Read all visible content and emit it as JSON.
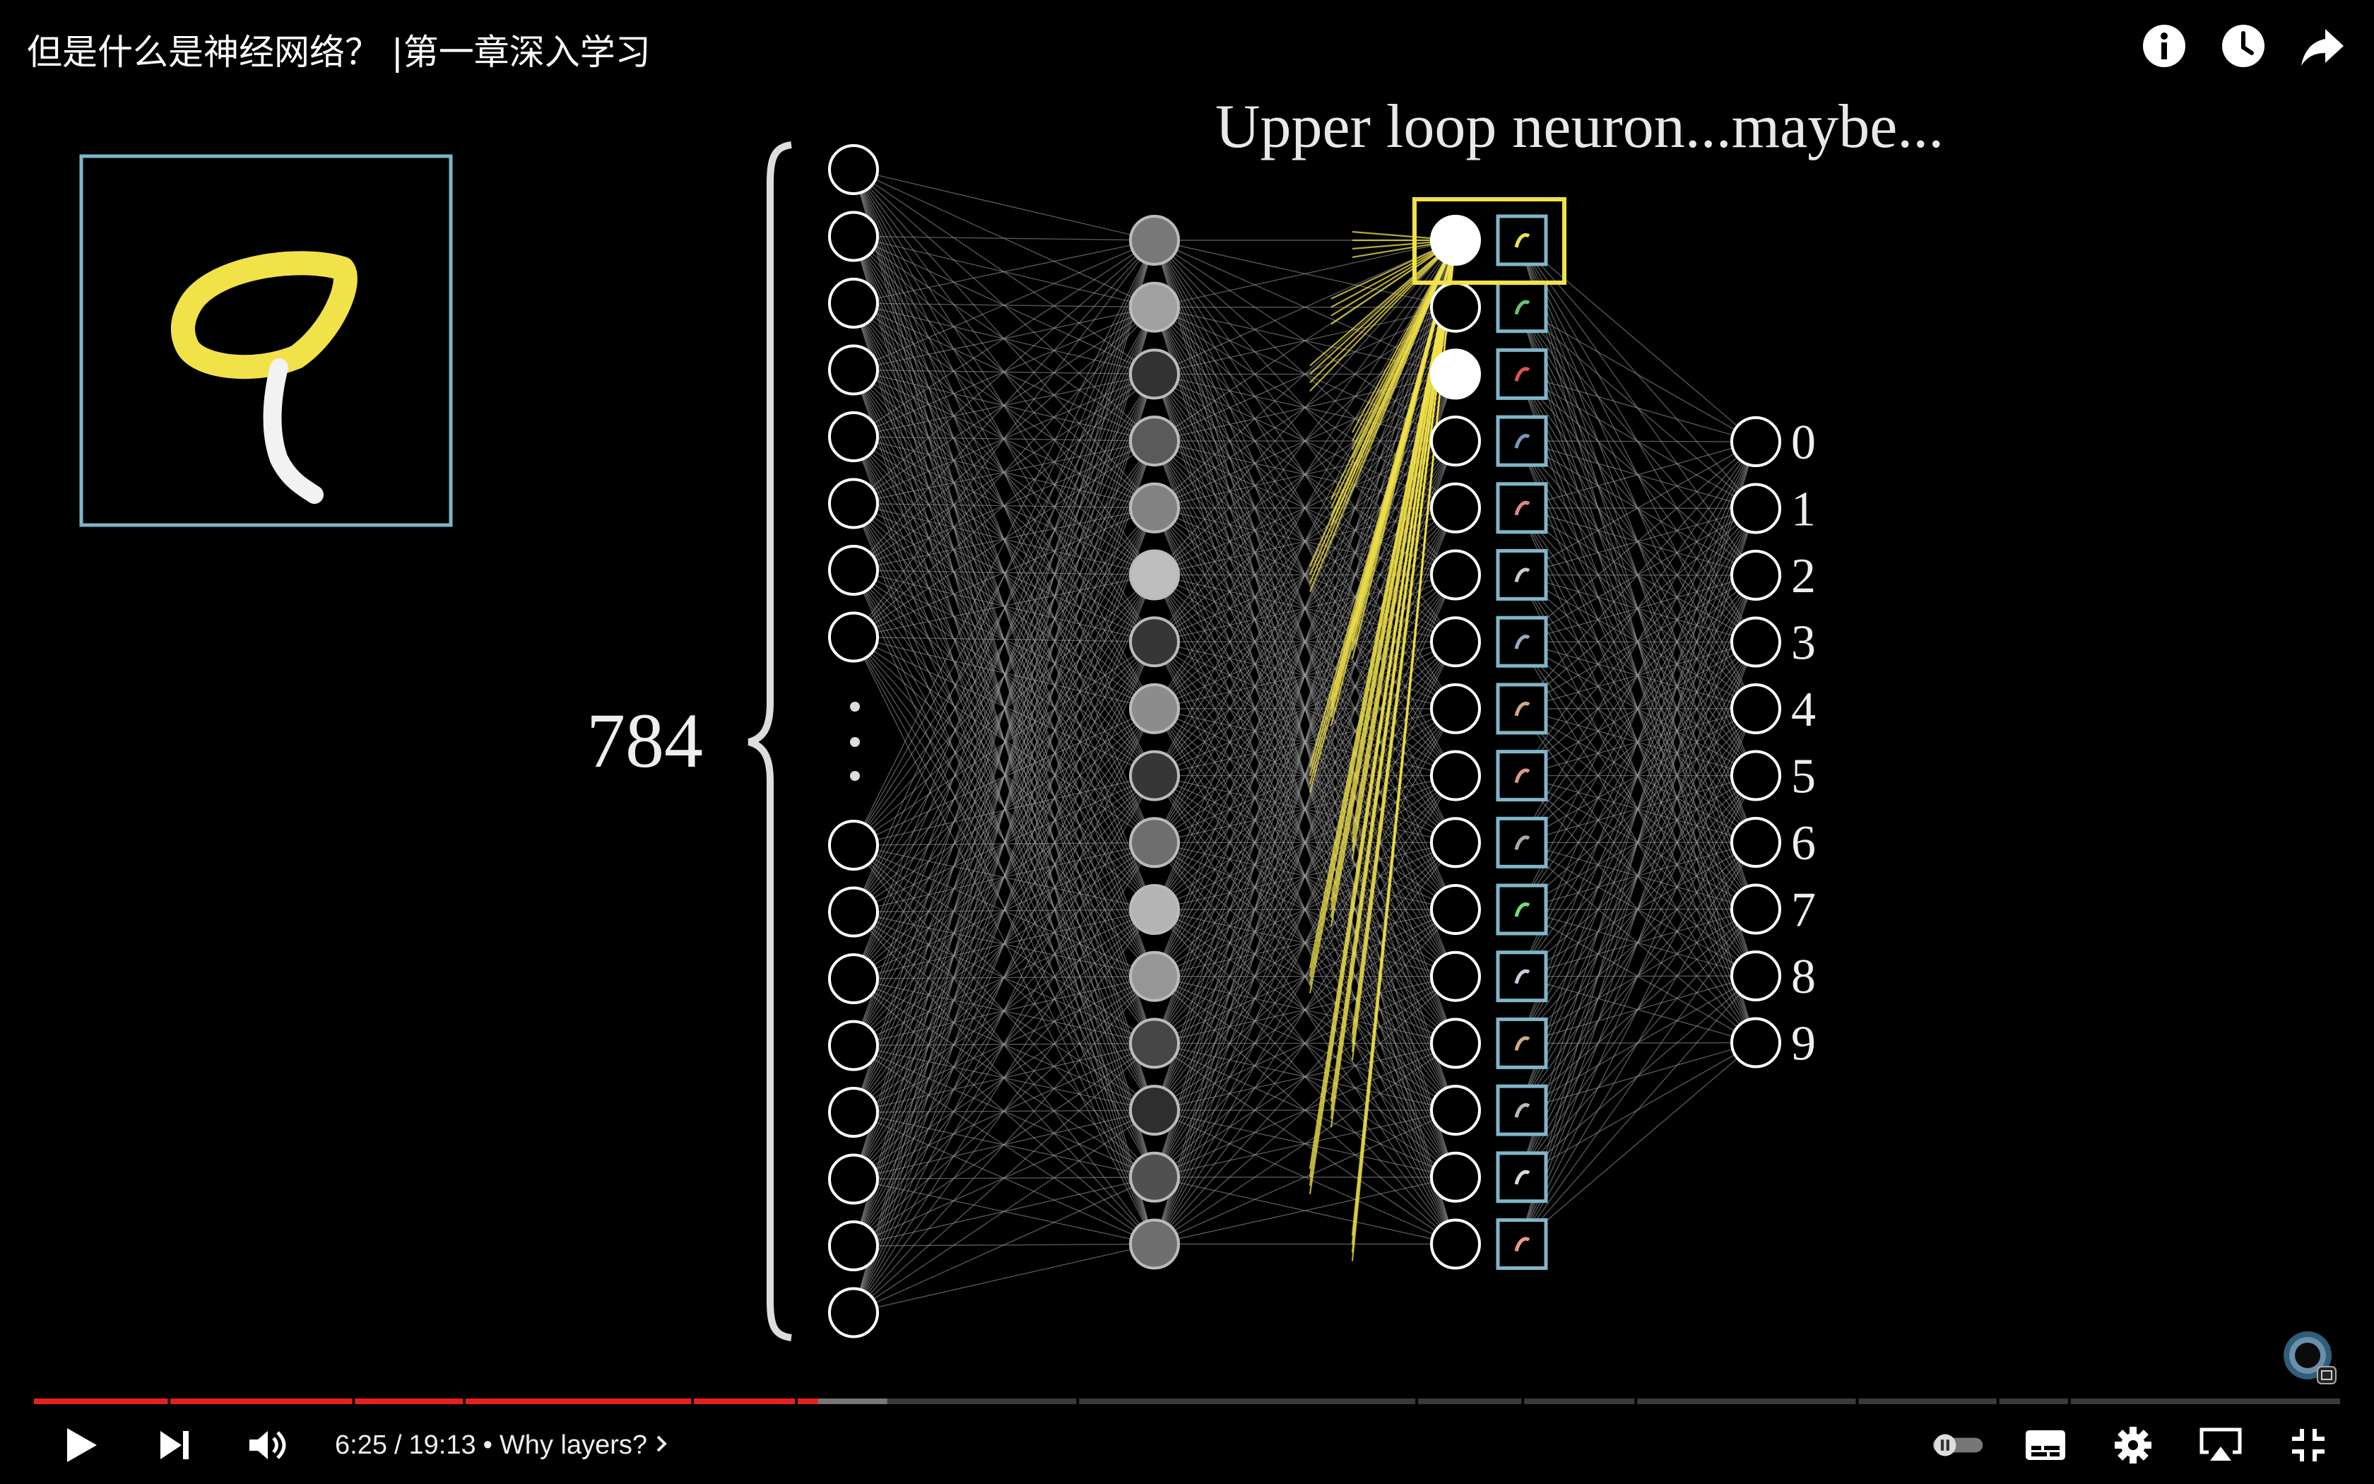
{
  "window": {
    "title": "但是什么是神经网络？ |第一章深入学习"
  },
  "top_icons": [
    "info-icon",
    "clock-icon",
    "share-icon"
  ],
  "video": {
    "heading": "Upper loop neuron...maybe...",
    "input_count_label": "784",
    "output_labels": [
      "0",
      "1",
      "2",
      "3",
      "4",
      "5",
      "6",
      "7",
      "8",
      "9"
    ],
    "colors": {
      "highlight": "#f1e24a",
      "frame": "#7fb6c9",
      "edge": "#9a9a9a"
    },
    "hidden1_activations": [
      0.45,
      0.65,
      0.1,
      0.3,
      0.5,
      0.8,
      0.12,
      0.55,
      0.12,
      0.4,
      0.75,
      0.6,
      0.2,
      0.08,
      0.25,
      0.4
    ],
    "hidden2_active_neurons": [
      1,
      3
    ]
  },
  "player": {
    "current_time": "6:25",
    "duration": "19:13",
    "separator": " / ",
    "chapter": "Why layers?",
    "progress_played": 0.34,
    "progress_buffered": 0.37,
    "colors": {
      "played": "#e62117",
      "buffered": "#777777",
      "track": "#3a3a3a"
    },
    "controls": [
      "play-icon",
      "next-icon",
      "volume-icon",
      "autoplay-toggle",
      "subtitles-icon",
      "settings-icon",
      "airplay-icon",
      "exit-fullscreen-icon"
    ]
  }
}
